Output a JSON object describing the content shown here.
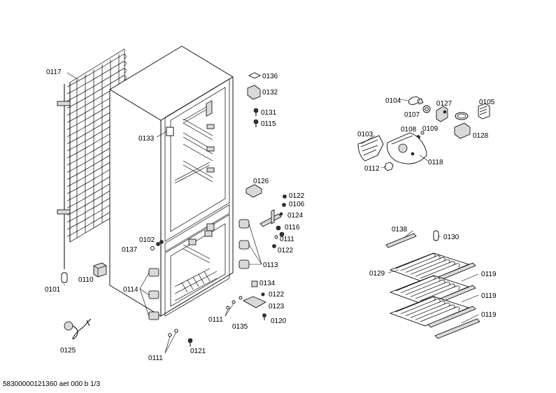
{
  "footer": {
    "document_id": "58300000121360 aet 000 b 1/3"
  },
  "labels": {
    "p0117": "0117",
    "p0101": "0101",
    "p0110": "0110",
    "p0125": "0125",
    "p0133": "0133",
    "p0102": "0102",
    "p0137": "0137",
    "p0114": "0114",
    "p0111a": "0111",
    "p0121": "0121",
    "p0111b": "0111",
    "p0135": "0135",
    "p0120": "0120",
    "p0123": "0123",
    "p0122c": "0122",
    "p0134": "0134",
    "p0113": "0113",
    "p0122b": "0122",
    "p0111c": "0111",
    "p0116": "0116",
    "p0124": "0124",
    "p0106": "0106",
    "p0122a": "0122",
    "p0126": "0126",
    "p0115": "0115",
    "p0131": "0131",
    "p0132": "0132",
    "p0136": "0136",
    "p0104": "0104",
    "p0107": "0107",
    "p0127": "0127",
    "p0105": "0105",
    "p0108": "0108",
    "p0109": "0109",
    "p0128": "0128",
    "p0103": "0103",
    "p0112": "0112",
    "p0118": "0118",
    "p0138": "0138",
    "p0130": "0130",
    "p0129": "0129",
    "p0119a": "0119",
    "p0119b": "0119",
    "p0119c": "0119"
  }
}
